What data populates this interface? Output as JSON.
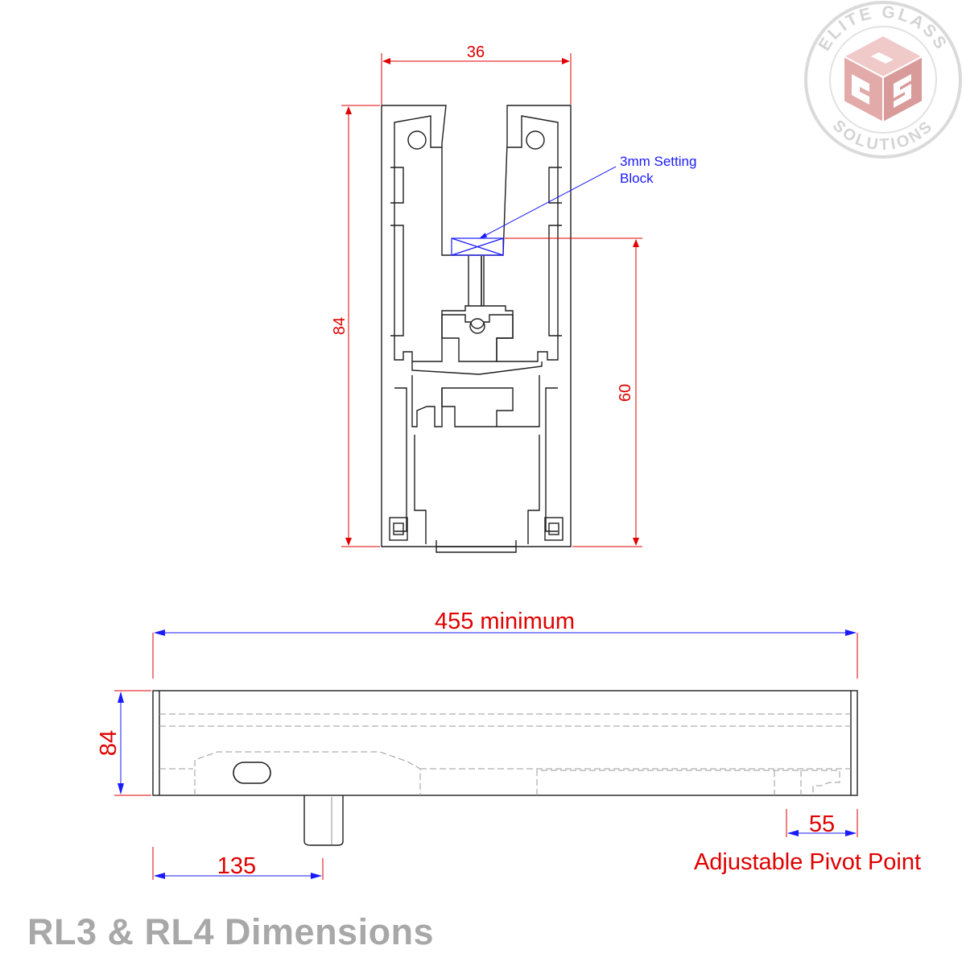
{
  "logo": {
    "top_text": "ELITE GLASS",
    "bottom_text": "SOLUTIONS",
    "monogram": "EGS",
    "colors": {
      "ring": "#d6d6d6",
      "cube": "#e8b8b8"
    }
  },
  "section_view": {
    "width_label": "36",
    "height_label": "84",
    "setting_height_label": "60",
    "callout_line1": "3mm Setting",
    "callout_line2": "Block"
  },
  "side_view": {
    "length_label": "455 minimum",
    "height_label": "84",
    "pivot_offset_label": "135",
    "end_offset_label": "55",
    "pivot_note": "Adjustable Pivot Point"
  },
  "footer": {
    "title": "RL3 & RL4 Dimensions"
  },
  "colors": {
    "dimension_text": "#e00000",
    "dimension_arrow": "#1a1aff",
    "extension_line": "#e00000",
    "outline": "#222222",
    "title": "#a8a8a8"
  }
}
